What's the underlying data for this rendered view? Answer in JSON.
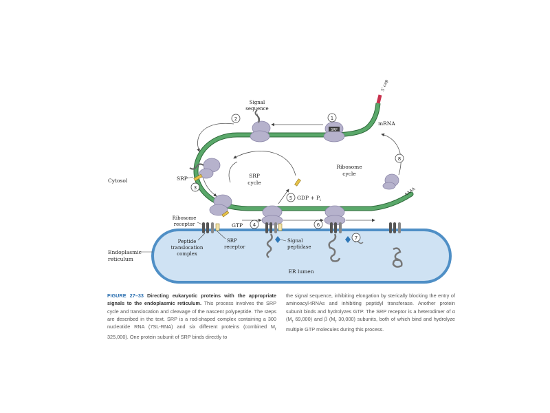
{
  "figure": {
    "labels": {
      "signal_sequence_line1": "Signal",
      "signal_sequence_line2": "sequence",
      "mrna": "mRNA",
      "five_prime_cap": "5′ cap",
      "poly_a": "AAAA",
      "srp_tag": "SRP",
      "cytosol": "Cytosol",
      "srp": "SRP",
      "srp_cycle_line1": "SRP",
      "srp_cycle_line2": "cycle",
      "ribosome_cycle_line1": "Ribosome",
      "ribosome_cycle_line2": "cycle",
      "gdp_pi": "GDP + P",
      "gdp_pi_sub": "i",
      "gtp": "GTP",
      "ribosome_receptor_line1": "Ribosome",
      "ribosome_receptor_line2": "receptor",
      "peptide_translocation_line1": "Peptide",
      "peptide_translocation_line2": "translocation",
      "peptide_translocation_line3": "complex",
      "srp_receptor_line1": "SRP",
      "srp_receptor_line2": "receptor",
      "signal_peptidase_line1": "Signal",
      "signal_peptidase_line2": "peptidase",
      "endoplasmic_reticulum_line1": "Endoplasmic",
      "endoplasmic_reticulum_line2": "reticulum",
      "er_lumen": "ER lumen"
    },
    "steps": [
      "1",
      "2",
      "3",
      "4",
      "5",
      "6",
      "7",
      "8"
    ],
    "colors": {
      "mrna_green": "#5aa86a",
      "mrna_cap_red": "#c8324e",
      "ribosome_lilac": "#b6b2cc",
      "er_fill": "#cfe2f3",
      "er_border": "#4f8fc6",
      "srp_yellow": "#e6c24a",
      "peptidase_blue": "#2f78b8",
      "caption_heading_blue": "#2a6fb0"
    }
  },
  "caption": {
    "figure_label": "FIGURE 27–33",
    "title": "Directing eukaryotic proteins with the appropriate signals to the endoplasmic reticulum.",
    "text_part1": "This process involves the SRP cycle and translocation and cleavage of the nascent polypeptide. The steps are described in the text. SRP is a rod-shaped complex containing a 300 nucleotide RNA (7SL-RNA) and six different proteins (combined M",
    "text_part1_sub": "r",
    "text_part1_end": " 325,000). One protein subunit of SRP binds directly to",
    "text_part2_a": "the signal sequence, inhibiting elongation by sterically blocking the entry of aminoacyl-tRNAs and inhibiting peptidyl transferase. Another protein subunit binds and hydrolyzes GTP. The SRP receptor is a heterodimer of α (M",
    "text_part2_sub1": "r",
    "text_part2_b": " 69,000) and β (M",
    "text_part2_sub2": "r",
    "text_part2_c": " 30,000) subunits, both of which bind and hydrolyze multiple GTP molecules during this process."
  }
}
